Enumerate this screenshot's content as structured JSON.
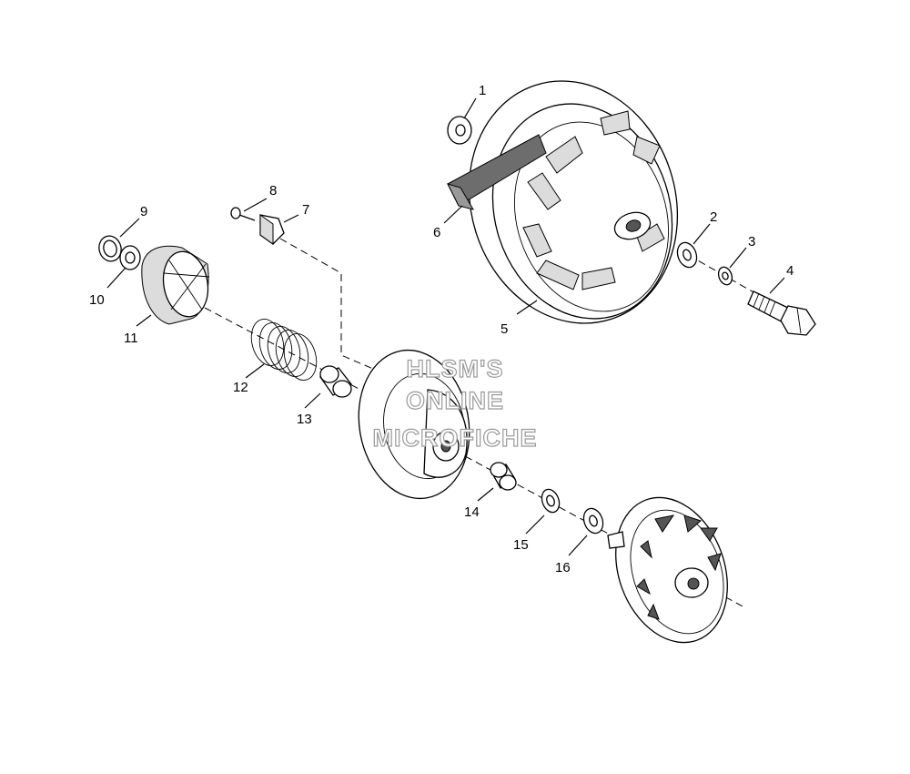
{
  "diagram": {
    "callouts": [
      {
        "id": "c1",
        "label": "1"
      },
      {
        "id": "c2",
        "label": "2"
      },
      {
        "id": "c3",
        "label": "3"
      },
      {
        "id": "c4",
        "label": "4"
      },
      {
        "id": "c5",
        "label": "5"
      },
      {
        "id": "c6",
        "label": "6"
      },
      {
        "id": "c7",
        "label": "7"
      },
      {
        "id": "c8",
        "label": "8"
      },
      {
        "id": "c9",
        "label": "9"
      },
      {
        "id": "c10",
        "label": "10"
      },
      {
        "id": "c11",
        "label": "11"
      },
      {
        "id": "c12",
        "label": "12"
      },
      {
        "id": "c13",
        "label": "13"
      },
      {
        "id": "c14",
        "label": "14"
      },
      {
        "id": "c15",
        "label": "15"
      },
      {
        "id": "c16",
        "label": "16"
      }
    ]
  },
  "watermark": {
    "line1": "HLSM'S",
    "line2": "ONLINE",
    "line3": "MICROFICHE"
  }
}
